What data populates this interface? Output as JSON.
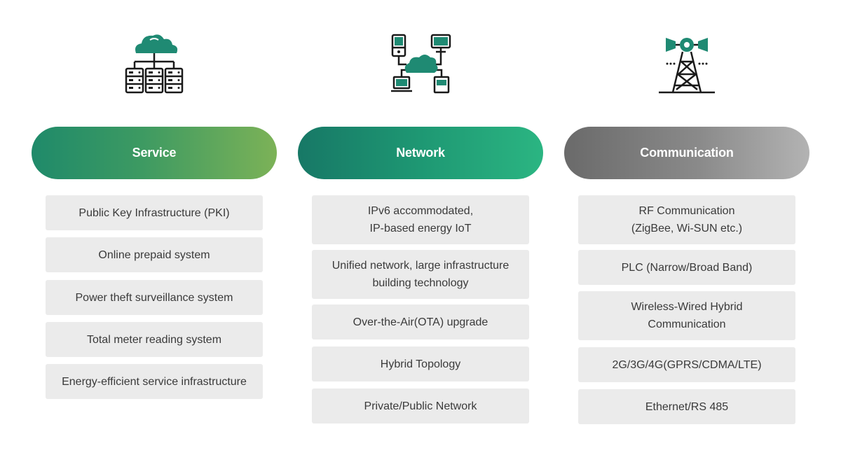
{
  "columns": {
    "service": {
      "icon": "cloud-server-icon",
      "title": "Service",
      "items": [
        "Public Key Infrastructure (PKI)",
        "Online prepaid system",
        "Power theft surveillance system",
        "Total meter reading system",
        "Energy-efficient service infrastructure"
      ]
    },
    "network": {
      "icon": "cloud-network-devices-icon",
      "title": "Network",
      "items": [
        "IPv6 accommodated,\nIP-based energy IoT",
        "Unified network, large infrastructure\nbuilding technology",
        "Over-the-Air(OTA) upgrade",
        "Hybrid Topology",
        "Private/Public Network"
      ]
    },
    "communication": {
      "icon": "transmission-tower-icon",
      "title": "Communication",
      "items": [
        "RF Communication\n(ZigBee, Wi-SUN etc.)",
        "PLC (Narrow/Broad Band)",
        "Wireless-Wired Hybrid\nCommunication",
        "2G/3G/4G(GPRS/CDMA/LTE)",
        "Ethernet/RS 485"
      ]
    }
  },
  "colors": {
    "accent_teal": "#1f8a73",
    "icon_dark": "#1a1a1a",
    "item_bg": "#ebebeb"
  }
}
